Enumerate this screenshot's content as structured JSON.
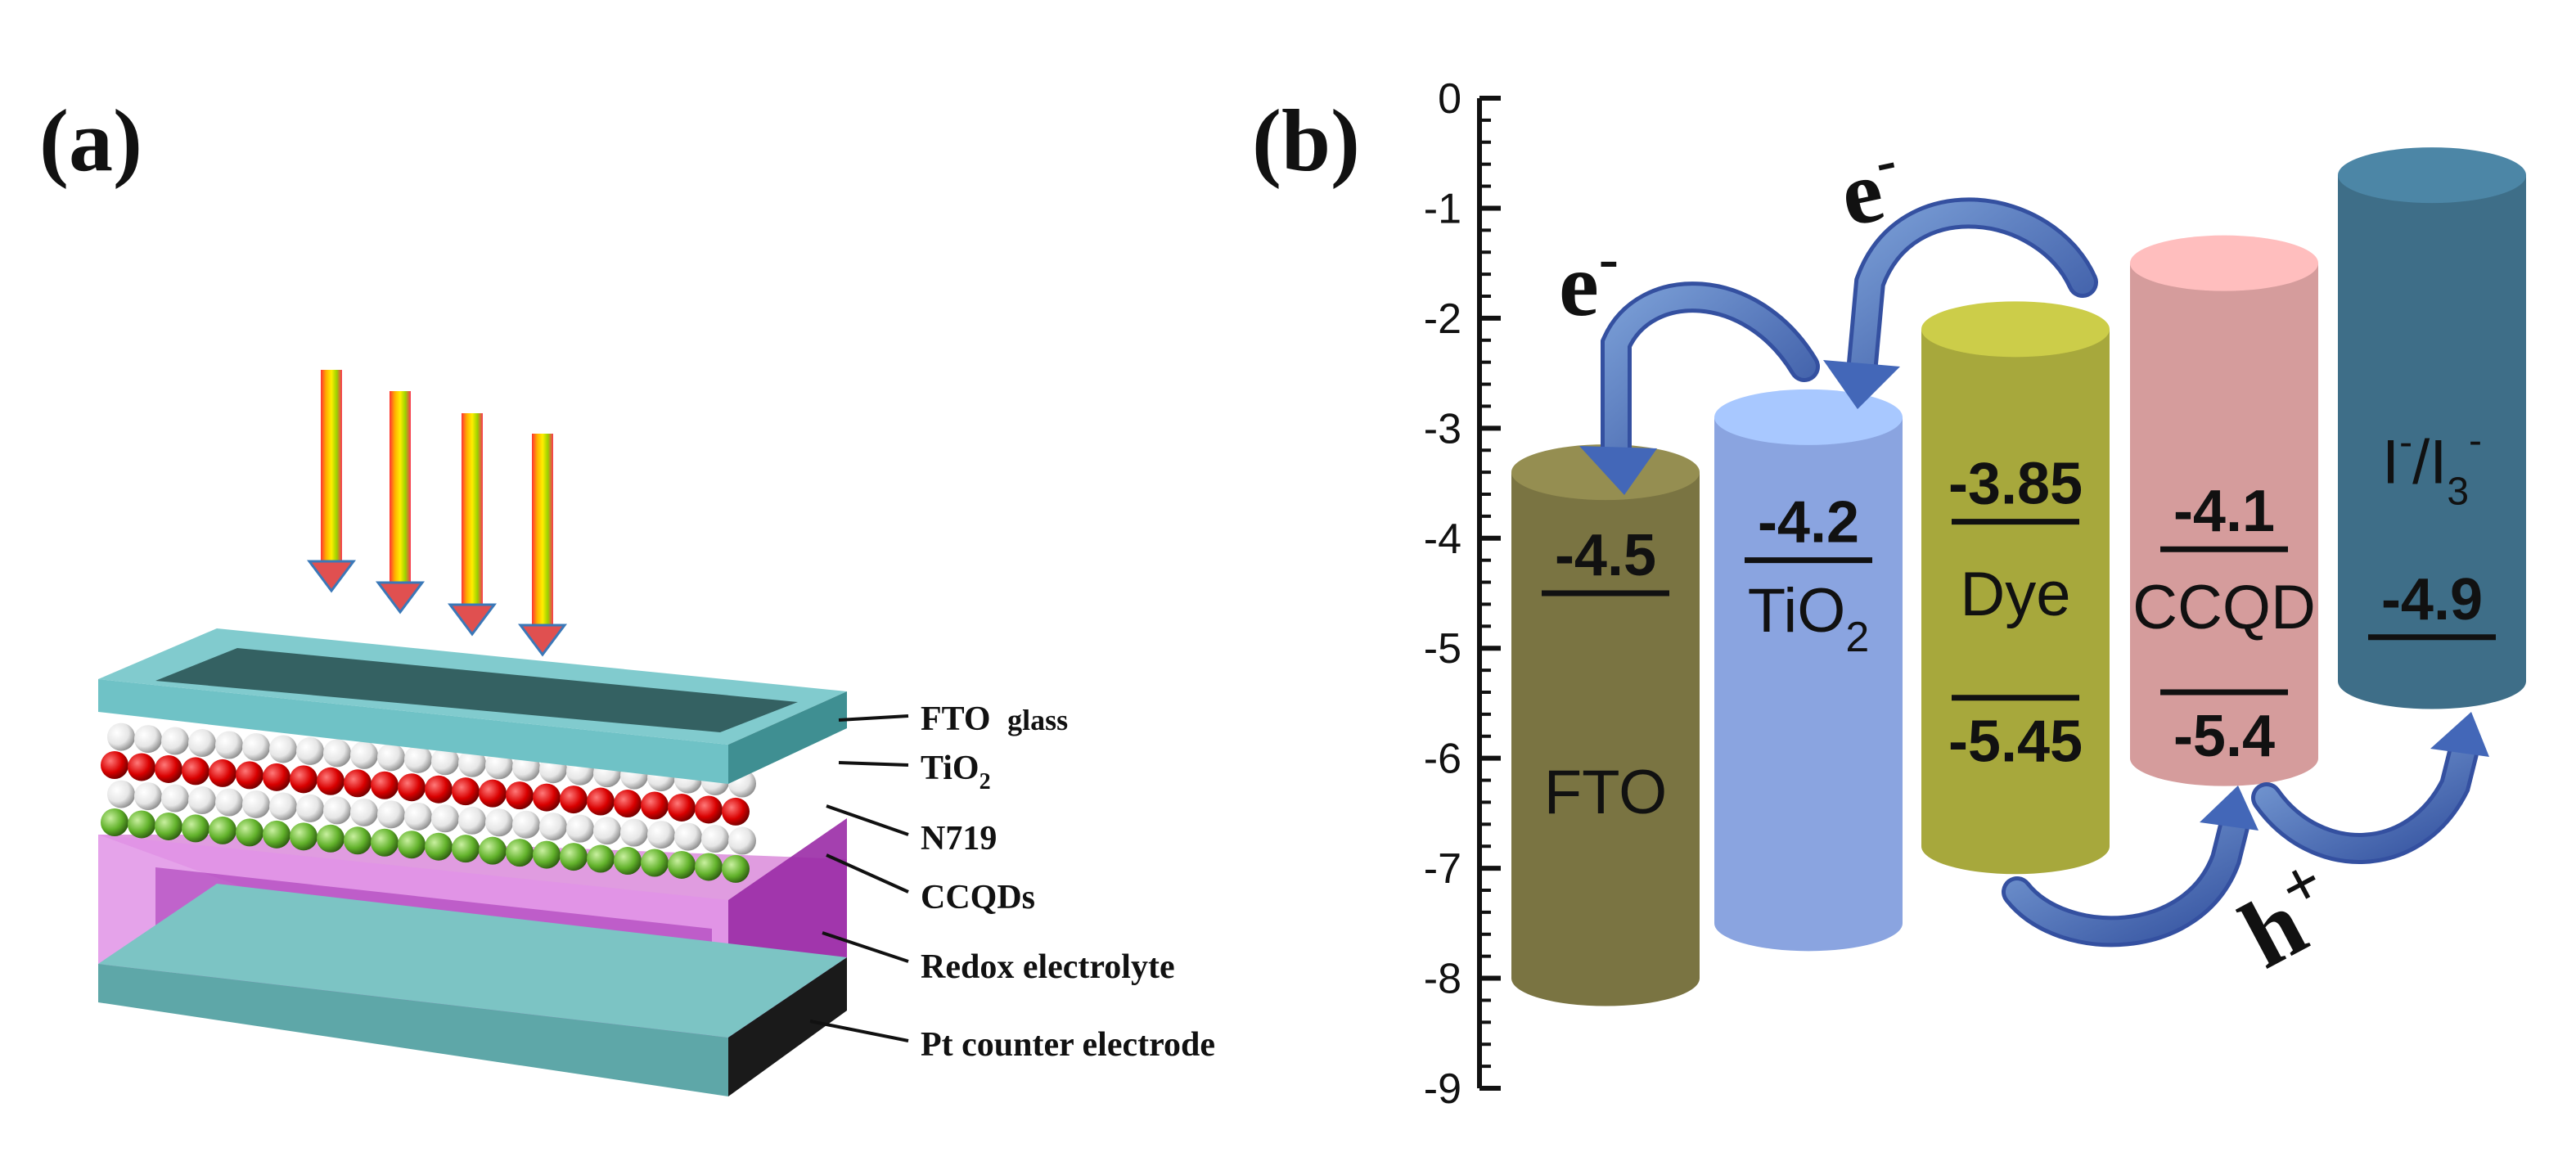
{
  "panel_a": {
    "label": "(a)",
    "layers": [
      {
        "name": "FTO",
        "sub": "glass",
        "sub_style": "normal"
      },
      {
        "name": "TiO",
        "sub": "2",
        "sub_style": "subscript"
      },
      {
        "name": "N719",
        "sub": "",
        "sub_style": "none"
      },
      {
        "name": "CCQDs",
        "sub": "",
        "sub_style": "none"
      },
      {
        "name": "Redox electrolyte",
        "sub": "",
        "sub_style": "none"
      },
      {
        "name": "Pt counter electrode",
        "sub": "",
        "sub_style": "none"
      }
    ],
    "colors": {
      "glass": "#6fc2c6",
      "tio2_bead": "#d40000",
      "n719_bead": "#f2f2f2",
      "ccqd_bead": "#63b52b",
      "electrolyte": "#cc44cc",
      "electrode": "#5ea7a8"
    }
  },
  "panel_b": {
    "label": "(b)",
    "chart_data": {
      "type": "energy-level diagram",
      "ylim": [
        -9,
        0
      ],
      "yticks": [
        "0",
        "-1",
        "-2",
        "-3",
        "-4",
        "-5",
        "-6",
        "-7",
        "-8",
        "-9"
      ],
      "columns": [
        {
          "name": "FTO",
          "sub": "",
          "sup": "",
          "top": -3.4,
          "bottom": -8.0,
          "color": "#7a7442",
          "levels": [
            {
              "value": -4.5,
              "label": "-4.5"
            }
          ]
        },
        {
          "name": "TiO",
          "sub": "2",
          "sup": "",
          "top": -2.9,
          "bottom": -7.5,
          "color": "#8aa4e0",
          "levels": [
            {
              "value": -4.2,
              "label": "-4.2"
            }
          ]
        },
        {
          "name": "Dye",
          "sub": "",
          "sup": "",
          "top": -2.1,
          "bottom": -6.8,
          "color": "#a7a83c",
          "levels": [
            {
              "value": -3.85,
              "label": "-3.85"
            },
            {
              "value": -5.45,
              "label": "-5.45"
            }
          ]
        },
        {
          "name": "CCQD",
          "sub": "",
          "sup": "",
          "top": -1.5,
          "bottom": -6.0,
          "color": "#d59c9c",
          "levels": [
            {
              "value": -4.1,
              "label": "-4.1"
            },
            {
              "value": -5.4,
              "label": "-5.4"
            }
          ]
        },
        {
          "name": "I",
          "sub": "3",
          "sup": "-",
          "top": -0.7,
          "bottom": -5.3,
          "color": "#3e6e88",
          "levels": [
            {
              "value": -4.9,
              "label": "-4.9"
            }
          ]
        }
      ],
      "annotations": {
        "electron": "e",
        "electron_charge": "-",
        "hole": "h",
        "hole_charge": "+"
      }
    }
  }
}
